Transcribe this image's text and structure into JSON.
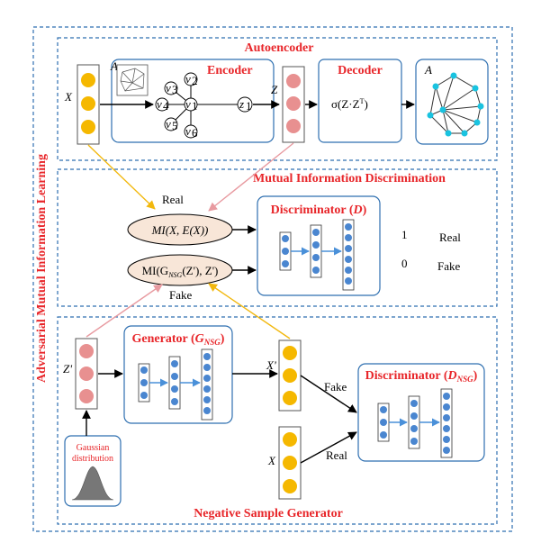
{
  "outer_title": "Adversarial Mutual Information Learning",
  "autoencoder": {
    "title": "Autoencoder",
    "input_label": "X",
    "adj_label": "A",
    "encoder_label": "Encoder",
    "v_labels": [
      "v",
      "v",
      "v",
      "v",
      "v",
      "v",
      "z"
    ],
    "v_subs": [
      "2",
      "3",
      "4",
      "5",
      "1",
      "6",
      "1"
    ],
    "z_label": "Z",
    "decoder_label": "Decoder",
    "decoder_formula": "σ(Z·Z",
    "decoder_sup": "T",
    "decoder_close": ")",
    "output_label": "A"
  },
  "mid": {
    "title": "Mutual Information Discrimination",
    "real_label": "Real",
    "fake_label": "Fake",
    "mi_real": "MI(X, E(X))",
    "mi_fake_pre": "MI(G",
    "mi_fake_sub": "NSG",
    "mi_fake_post": "(Z'), Z')",
    "disc_label_pre": "Discriminator (",
    "disc_label_var": "D",
    "disc_label_post": ")",
    "out_one": "1",
    "out_zero": "0",
    "out_real": "Real",
    "out_fake": "Fake"
  },
  "nsg": {
    "title": "Negative Sample Generator",
    "z_label": "Z'",
    "gen_label_pre": "Generator (",
    "gen_label_var": "G",
    "gen_label_sub": "NSG",
    "gen_label_post": ")",
    "x_fake_label": "X'",
    "x_real_label": "X",
    "fake_label": "Fake",
    "real_label": "Real",
    "disc_label_pre": "Discriminator (",
    "disc_label_var": "D",
    "disc_label_sub": "NSG",
    "disc_label_post": ")",
    "gauss_line1": "Gaussian",
    "gauss_line2": "distribution"
  },
  "colors": {
    "dash_border": "#2e6fb0",
    "title_red": "#e8262a",
    "yellow_node": "#f5b800",
    "pink_node": "#e89090",
    "blue_node": "#4a86d0",
    "yellow_arrow": "#f2b80e",
    "pink_arrow": "#e89aa0",
    "net_arrow": "#4a90d9",
    "ellipse_fill": "#f8e6d8",
    "graph_node": "#19c3e0"
  }
}
